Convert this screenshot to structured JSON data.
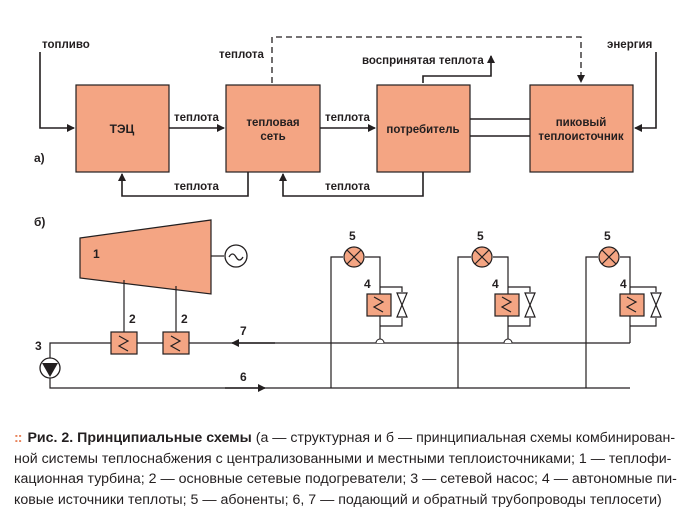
{
  "figure": {
    "part_a": {
      "label": "а)",
      "inputs": {
        "fuel": "топливо",
        "energy": "энергия",
        "heat_top": "теплота"
      },
      "received_heat": "воспринятая теплота",
      "blocks": {
        "tec": "ТЭЦ",
        "network_line1": "тепловая",
        "network_line2": "сеть",
        "consumer": "потребитель",
        "peak_line1": "пиковый",
        "peak_line2": "теплоисточник"
      },
      "flow_labels": {
        "tec_to_network": "теплота",
        "network_to_consumer": "теплота",
        "network_to_tec": "теплота",
        "consumer_to_network": "теплота"
      }
    },
    "part_b": {
      "label": "б)",
      "numbers": {
        "turbine": "1",
        "heater_a": "2",
        "heater_b": "2",
        "pump": "3",
        "autonomous_1": "4",
        "autonomous_2": "4",
        "autonomous_3": "4",
        "subscriber_1": "5",
        "subscriber_2": "5",
        "subscriber_3": "5",
        "supply_pipe": "6",
        "return_pipe": "7"
      }
    }
  },
  "caption": {
    "bullet": "::",
    "lead": "Рис. 2. Принципиальные схемы",
    "line1_rest": " (а — структурная и б — принципиальная схемы комбинирован-",
    "line2": "ной системы теплоснабжения с централизованными и местными теплоисточниками; 1 — теплофи-",
    "line3": "кационная турбина; 2 — основные сетевые подогреватели; 3 — сетевой насос; 4 — автономные пи-",
    "line4": "ковые источники теплоты; 5 — абоненты; 6, 7 — подающий и обратный трубопроводы теплосети)"
  },
  "colors": {
    "block_fill": "#f4a583",
    "line": "#231f20",
    "bullet": "#e8835a"
  }
}
